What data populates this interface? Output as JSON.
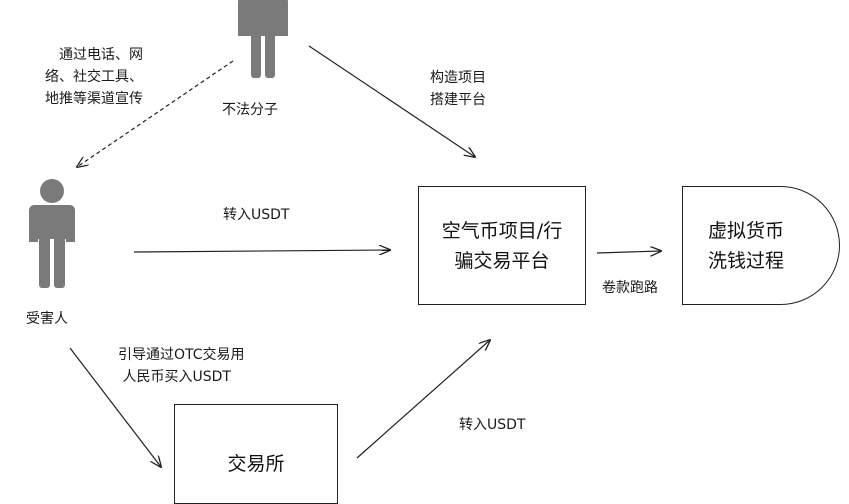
{
  "nodes": {
    "criminal_label": "不法分子",
    "victim_label": "受害人",
    "platform_box": "空气币项目/行\n骗交易平台",
    "laundering_box": "虚拟货币\n洗钱过程",
    "exchange_box": "交易所"
  },
  "edges": {
    "criminal_to_victim": "通过电话、网\n络、社交工具、\n地推等渠道宣传",
    "criminal_to_platform": "构造项目\n搭建平台",
    "victim_to_platform": "转入USDT",
    "platform_to_laundering": "卷款跑路",
    "victim_to_exchange": "引导通过OTC交易用\n 人民币买入USDT",
    "exchange_to_platform": "转入USDT"
  },
  "colors": {
    "person_fill": "#7a7a7a",
    "line": "#222222"
  }
}
